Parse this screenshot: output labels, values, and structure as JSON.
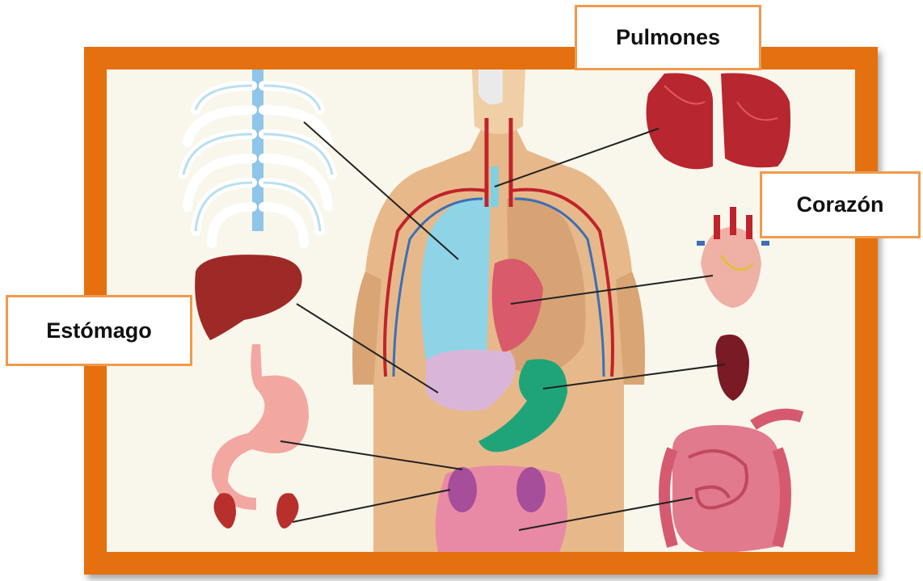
{
  "labels": {
    "pulmones": "Pulmones",
    "corazon": "Corazón",
    "estomago": "Estómago"
  },
  "colors": {
    "frame": "#e4700f",
    "label_border": "#f19a4c",
    "background": "#f9f6ec",
    "skin": "#e7b98a",
    "artery": "#c0232b",
    "vein": "#3b6fb6",
    "lungs_blue": "#8fd3e6",
    "liver": "#9e2a27",
    "stomach_green": "#1fa47a",
    "intestine": "#e07a8c"
  },
  "icons": [
    "rib-cage-icon",
    "liver-icon",
    "stomach-icon",
    "kidneys-icon",
    "lungs-icon",
    "heart-icon",
    "spleen-icon",
    "intestines-icon",
    "human-torso-icon"
  ]
}
